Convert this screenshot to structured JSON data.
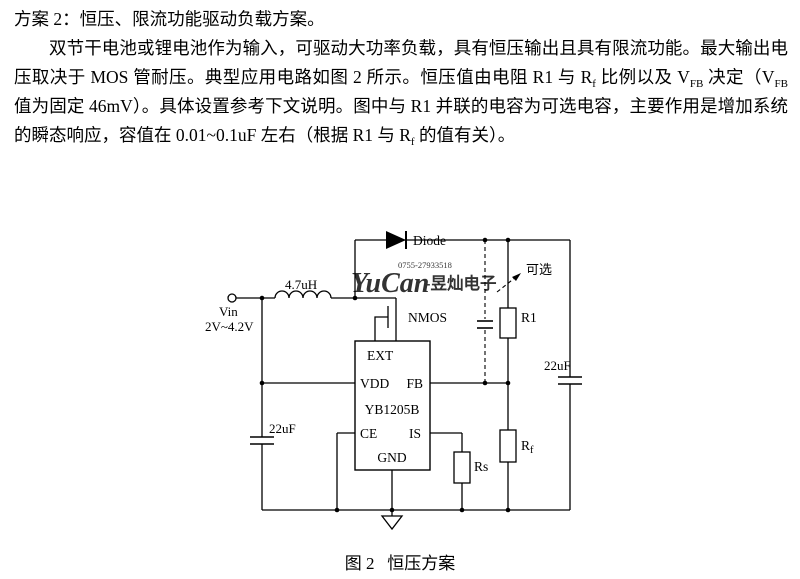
{
  "doc": {
    "title": "方案 2：恒压、限流功能驱动负载方案。",
    "para": [
      {
        "t": "双节干电池或锂电池作为输入，可驱动大功率负载，具有恒压输出且具有限流功能。最大输出电压取决于 MOS 管耐压。典型应用电路如图 2 所示。恒压值由电阻 R1 与 R"
      },
      {
        "t": "f"
      },
      {
        "t": " 比例以及 V"
      },
      {
        "t": "FB"
      },
      {
        "t": " 决定（V"
      },
      {
        "t": "FB"
      },
      {
        "t": " 值为固定 46mV）。具体设置参考下文说明。图中与 R1 并联的电容为可选电容，主要作用是增加系统的瞬态响应，容值在 0.01~0.1uF 左右（根据 R1 与 R"
      },
      {
        "t": "f"
      },
      {
        "t": " 的值有关）。"
      }
    ],
    "caption": "图 2   恒压方案"
  },
  "circuit": {
    "vin_label": "Vin",
    "vin_range": "2V~4.2V",
    "inductor_label": "4.7uH",
    "nmos_label": "NMOS",
    "diode_label": "Diode",
    "optional_label": "可选",
    "r1_label": "R1",
    "rf_label_base": "R",
    "rf_label_sub": "f",
    "rs_label": "Rs",
    "cap_input_label": "22uF",
    "cap_output_label": "22uF",
    "chip": {
      "pin_ext": "EXT",
      "pin_vdd": "VDD",
      "pin_fb": "FB",
      "name": "YB1205B",
      "pin_ce": "CE",
      "pin_is": "IS",
      "pin_gnd": "GND"
    },
    "watermark": {
      "brand": "YuCan",
      "brand_cn": "-昱灿电子",
      "phone": "0755-27933518",
      "color_brand": "#a9d6ec",
      "color_brand_cn": "#79aedd",
      "color_phone": "#e07878"
    }
  }
}
